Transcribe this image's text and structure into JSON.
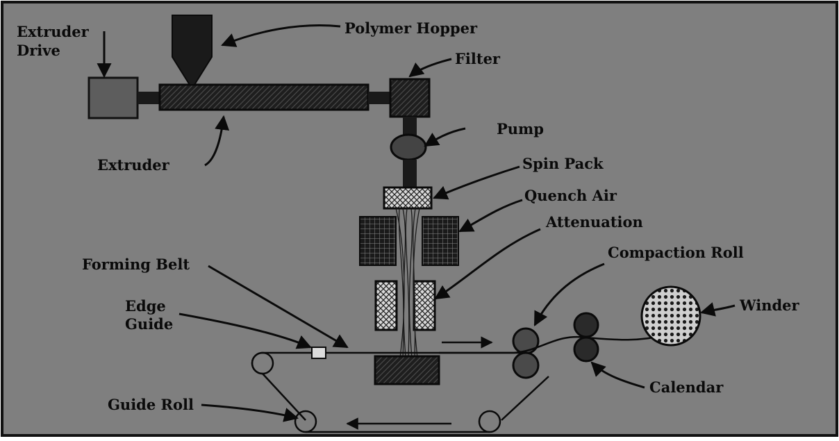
{
  "diagram": {
    "labels": {
      "extruder_drive_line1": "Extruder",
      "extruder_drive_line2": "Drive",
      "polymer_hopper": "Polymer Hopper",
      "filter": "Filter",
      "pump": "Pump",
      "extruder": "Extruder",
      "spin_pack": "Spin Pack",
      "quench_air": "Quench Air",
      "attenuation": "Attenuation",
      "forming_belt": "Forming Belt",
      "compaction_roll": "Compaction Roll",
      "edge_guide_line1": "Edge",
      "edge_guide_line2": "Guide",
      "winder": "Winder",
      "calendar": "Calendar",
      "guide_roll": "Guide Roll"
    },
    "colors": {
      "background": "#7f7f7f",
      "border": "#111111",
      "ink": "#0a0a0a",
      "extruder_drive": "#5d5d5d",
      "compaction_roll": "#4a4a4a",
      "calendar_roll": "#2a2a2a",
      "winder": "#bdbdbd"
    }
  }
}
